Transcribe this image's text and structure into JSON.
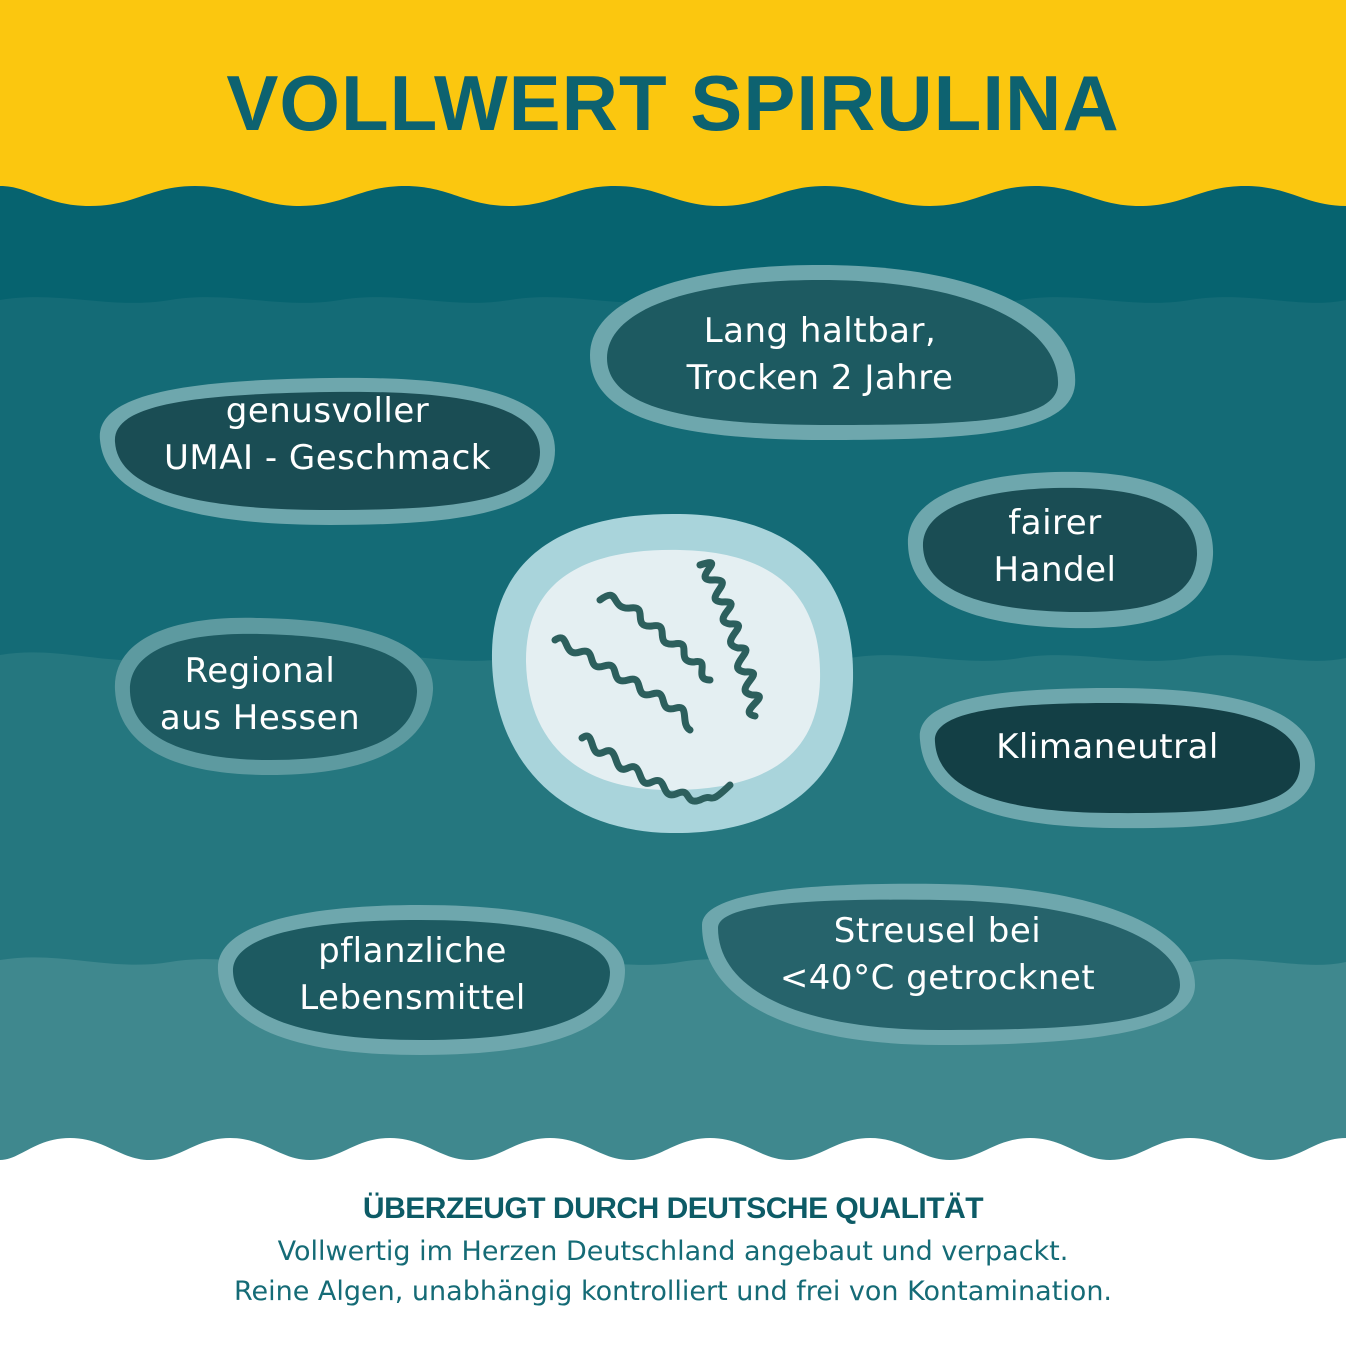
{
  "header": {
    "title": "VOLLWERT SPIRULINA",
    "background_color": "#fbc70f",
    "title_color": "#0d6270"
  },
  "features": [
    {
      "line1": "genusvoller",
      "line2": "UMAI - Geschmack"
    },
    {
      "line1": "Lang haltbar,",
      "line2": "Trocken 2 Jahre"
    },
    {
      "line1": "fairer",
      "line2": "Handel"
    },
    {
      "line1": "Regional",
      "line2": "aus Hessen"
    },
    {
      "line1": "Klimaneutral",
      "line2": ""
    },
    {
      "line1": "pflanzliche",
      "line2": "Lebensmittel"
    },
    {
      "line1": "Streusel bei",
      "line2": "<40°C getrocknet"
    }
  ],
  "center_icon": "spirulina-algae-icon",
  "colors": {
    "water_dark": "#06636f",
    "water_mid": "#1a7079",
    "water_light": "#3f888e",
    "bubble_ring": "#6ea7ad",
    "bubble_fill_dark": "#133f45",
    "bubble_fill_mid": "#1d5a61",
    "center_ring": "#a9d4db",
    "center_fill": "#e4eff2",
    "algae": "#2c5f5d"
  },
  "footer": {
    "heading": "ÜBERZEUGT DURCH DEUTSCHE QUALITÄT",
    "line1": "Vollwertig im Herzen Deutschland angebaut und verpackt.",
    "line2": "Reine Algen, unabhängig kontrolliert und frei von Kontamination."
  }
}
